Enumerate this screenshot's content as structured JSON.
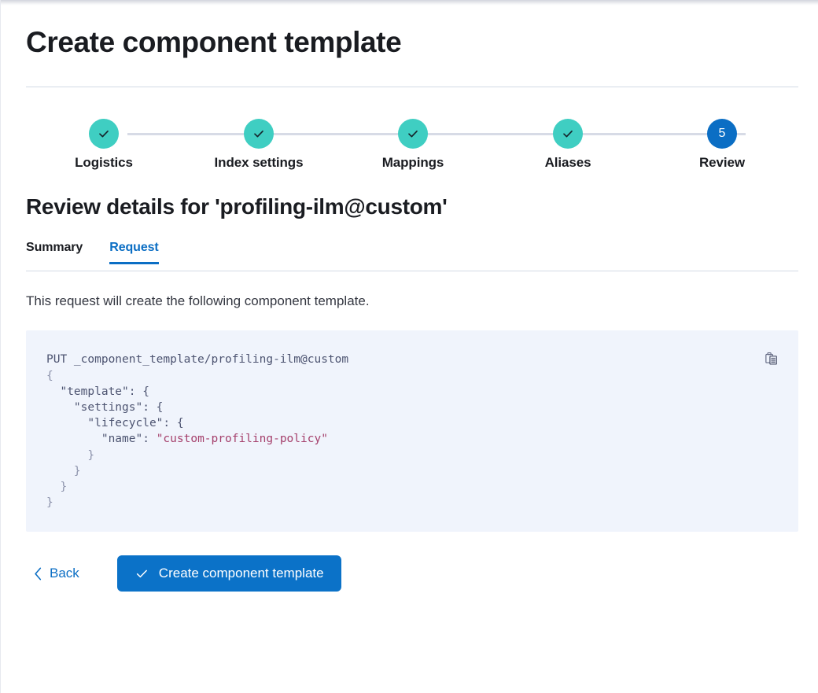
{
  "page": {
    "title": "Create component template"
  },
  "steps": {
    "items": [
      {
        "label": "Logistics",
        "state": "complete",
        "indicator": "check-icon"
      },
      {
        "label": "Index settings",
        "state": "complete",
        "indicator": "check-icon"
      },
      {
        "label": "Mappings",
        "state": "complete",
        "indicator": "check-icon"
      },
      {
        "label": "Aliases",
        "state": "complete",
        "indicator": "check-icon"
      },
      {
        "label": "Review",
        "state": "current",
        "indicator": "5"
      }
    ],
    "complete_color": "#3fcec2",
    "current_color": "#0b6ec4",
    "connector_color": "#d7dbe6"
  },
  "review": {
    "heading": "Review details for 'profiling-ilm@custom'",
    "template_name": "profiling-ilm@custom",
    "tabs": [
      {
        "label": "Summary",
        "active": false
      },
      {
        "label": "Request",
        "active": true
      }
    ],
    "description": "This request will create the following component template."
  },
  "request": {
    "method": "PUT",
    "path": "_component_template/profiling-ilm@custom",
    "header_line": "PUT _component_template/profiling-ilm@custom",
    "body_lines": [
      "{",
      "  \"template\": {",
      "    \"settings\": {",
      "      \"lifecycle\": {",
      "        \"name\": \"custom-profiling-policy\"",
      "      }",
      "    }",
      "  }",
      "}"
    ],
    "string_value": "custom-profiling-policy",
    "copy_label": "copy-icon",
    "background_color": "#f0f4fc",
    "string_color": "#a5406c"
  },
  "footer": {
    "back_label": "Back",
    "back_icon": "chevron-left-icon",
    "submit_label": "Create component template",
    "submit_icon": "check-icon",
    "submit_color": "#0b72c8"
  }
}
